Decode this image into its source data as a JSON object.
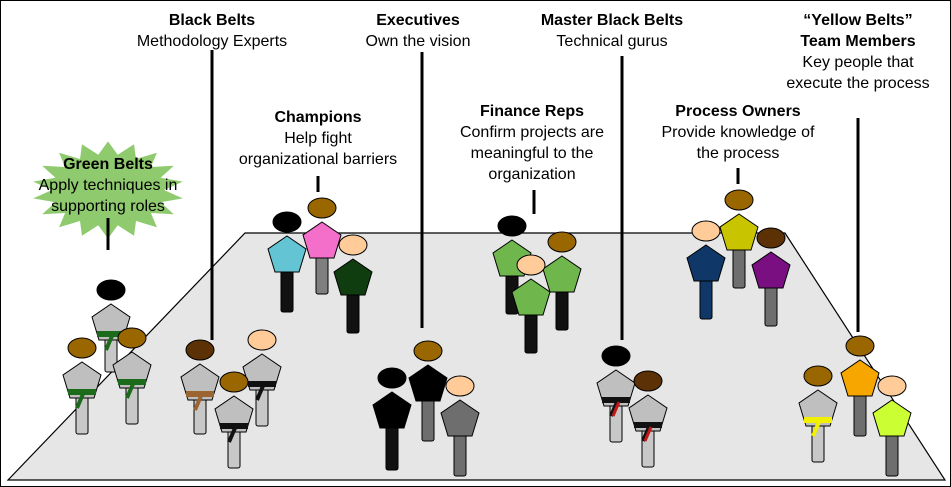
{
  "colors": {
    "floor": "#e6e6e6",
    "person_gray": "#bfbfbf",
    "green_star": "#8fca6e",
    "champion_cyan": "#63c4d4",
    "champion_pink": "#f36fc9",
    "champion_darkgreen": "#0f3d0f",
    "finance_green": "#6fb74d",
    "owner_yellow": "#c9c400",
    "owner_navy": "#0f3768",
    "owner_purple": "#7a0f82",
    "team_orange": "#f7a600",
    "team_lime": "#ccff33",
    "head_brown": "#996600",
    "head_dark_brown": "#5c3106",
    "head_peach": "#ffcc99",
    "head_black": "#000000",
    "belt_green": "#1b6b1b",
    "belt_brown": "#9b6531",
    "belt_red": "#c41818",
    "belt_yellow": "#f0f000"
  },
  "roles": {
    "green_belts": {
      "title": "Green Belts",
      "subtitle": [
        "Apply techniques in",
        "supporting roles"
      ]
    },
    "black_belts": {
      "title": "Black Belts",
      "subtitle": [
        "Methodology Experts"
      ]
    },
    "champions": {
      "title": "Champions",
      "subtitle": [
        "Help fight",
        "organizational barriers"
      ]
    },
    "executives": {
      "title": "Executives",
      "subtitle": [
        "Own the vision"
      ]
    },
    "finance_reps": {
      "title": "Finance Reps",
      "subtitle": [
        "Confirm projects are",
        "meaningful to the",
        "organization"
      ]
    },
    "master_black_belts": {
      "title": "Master Black Belts",
      "subtitle": [
        "Technical gurus"
      ]
    },
    "process_owners": {
      "title": "Process Owners",
      "subtitle": [
        "Provide knowledge of",
        "the process"
      ]
    },
    "team_members": {
      "title": "“Yellow Belts”",
      "subtitle": [
        "Team Members",
        "Key people that",
        "execute the process"
      ]
    }
  }
}
